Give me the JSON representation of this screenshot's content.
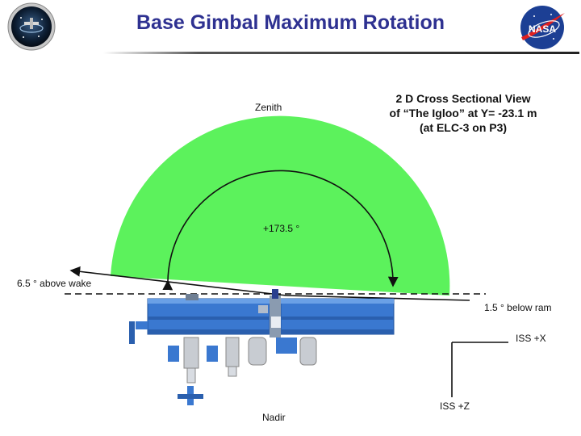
{
  "slide": {
    "title": "Base Gimbal Maximum Rotation"
  },
  "view_title": {
    "line1": "2 D Cross Sectional View",
    "line2": "of “The Igloo” at Y= -23.1 m",
    "line3": "(at ELC-3 on P3)"
  },
  "labels": {
    "zenith": "Zenith",
    "nadir": "Nadir",
    "rotation": "+173.5 °",
    "above_wake": "6.5 ° above wake",
    "below_ram": "1.5 ° below ram",
    "iss_x": "ISS +X",
    "iss_z": "ISS +Z"
  },
  "logos": {
    "left_logo": "mission-emblem",
    "right_logo": "NASA"
  },
  "colors": {
    "title": "#2e3191",
    "coverage_fill": "#5cf25c",
    "iss_structure": "#3a78d0",
    "nasa_blue": "#1c3f94",
    "nasa_red": "#e02020"
  }
}
